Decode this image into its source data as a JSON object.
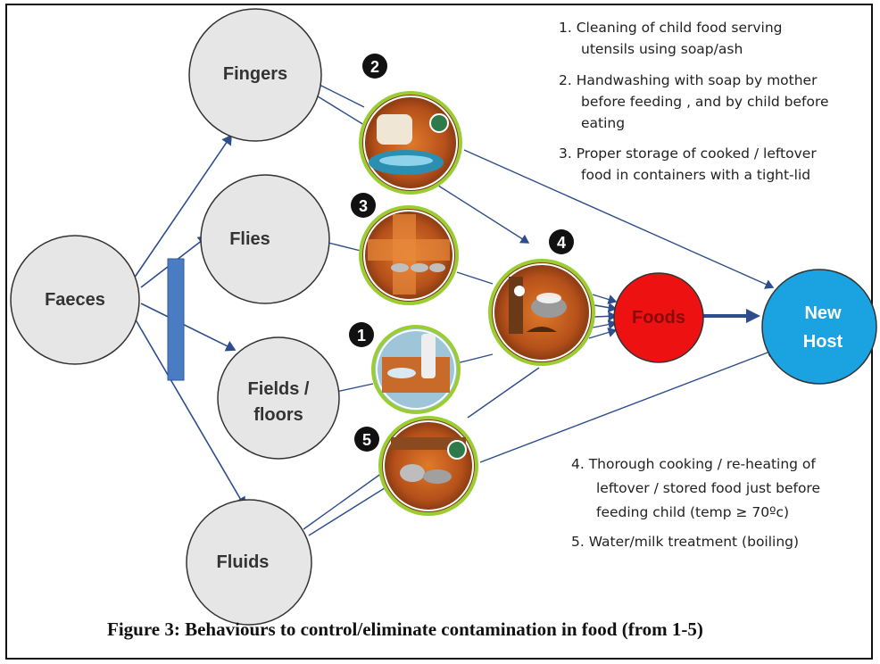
{
  "nodes": {
    "faeces": "Faeces",
    "fingers": "Fingers",
    "flies": "Flies",
    "fields_line1": "Fields /",
    "fields_line2": "floors",
    "fluids": "Fluids",
    "foods": "Foods",
    "new_host_line1": "New",
    "new_host_line2": "Host"
  },
  "badges": {
    "b1": "1",
    "b2": "2",
    "b3": "3",
    "b4": "4",
    "b5": "5"
  },
  "notes_top": [
    "1. Cleaning of child food serving",
    "utensils using soap/ash",
    "2. Handwashing with soap by mother",
    "before feeding , and by child before",
    "eating",
    "3. Proper storage of cooked / leftover",
    "food in containers with a tight-lid"
  ],
  "notes_bottom": [
    "4.  Thorough cooking / re-heating of",
    "leftover / stored food  just before",
    "feeding child (temp ≥  70ºc)",
    "5. Water/milk treatment (boiling)"
  ],
  "caption": "Figure 3: Behaviours to control/eliminate contamination in food (from 1-5)",
  "colors": {
    "node_fill": "#e6e6e6",
    "foods": "#ee1111",
    "new_host": "#1aa3e0",
    "arrow": "#2e4d8c",
    "barrier": "#4a7cc4",
    "photo_ring": "#9acd32"
  }
}
